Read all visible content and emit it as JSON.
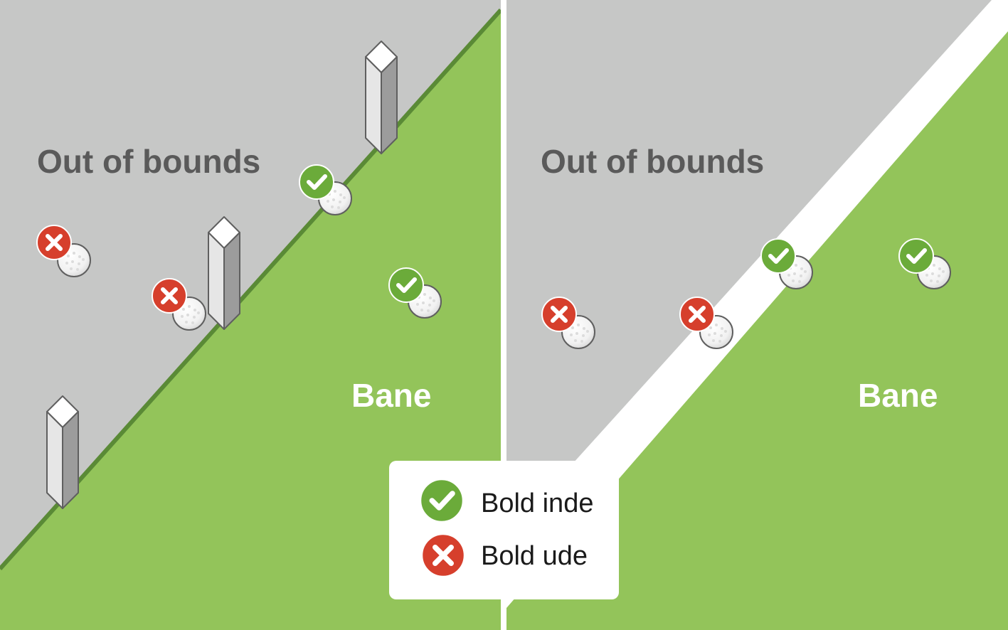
{
  "left_panel": {
    "out_label": "Out of bounds",
    "course_label": "Bane"
  },
  "right_panel": {
    "out_label": "Out of bounds",
    "course_label": "Bane"
  },
  "legend": {
    "in_label": "Bold inde",
    "out_label": "Bold ude",
    "in_icon": "check-icon",
    "out_icon": "cross-icon"
  },
  "colors": {
    "out_of_bounds": "#c6c7c6",
    "course": "#93c45a",
    "boundary_line": "#5a8a36",
    "in_badge": "#6bab3a",
    "out_badge": "#d63f2c",
    "divider": "#ffffff"
  }
}
